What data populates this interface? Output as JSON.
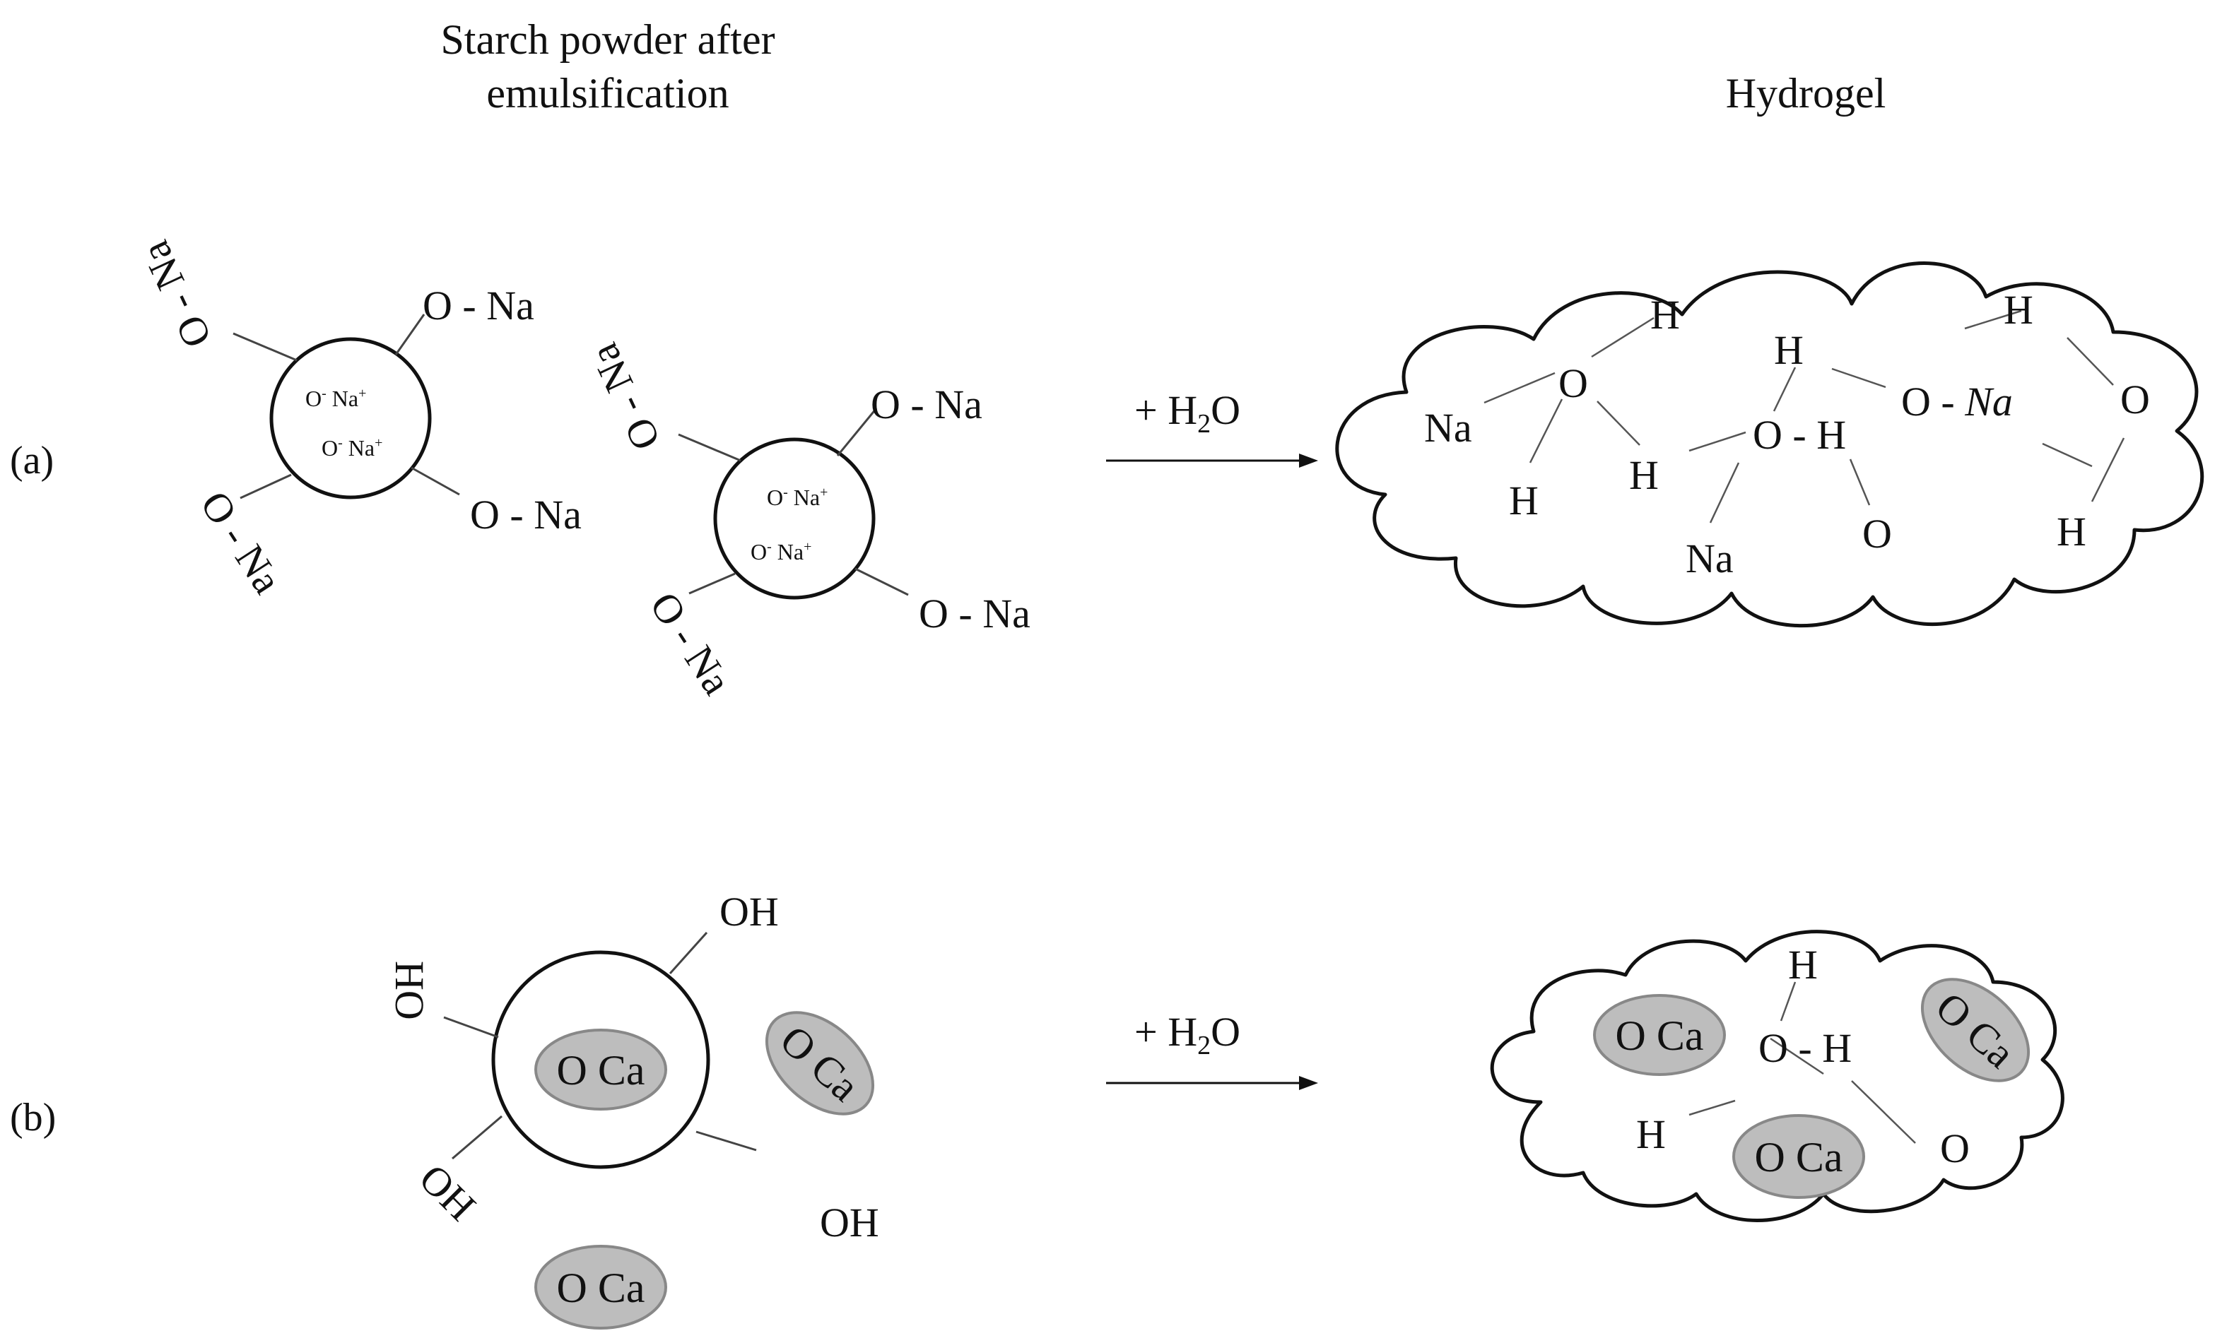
{
  "headers": {
    "left_line1": "Starch powder after",
    "left_line2": "emulsification",
    "right": "Hydrogel"
  },
  "panels": {
    "a_label": "(a)",
    "b_label": "(b)"
  },
  "reaction": {
    "water_plus": "+ H",
    "water_sub": "2",
    "water_o": "O"
  },
  "panel_a": {
    "core_ion_o": "O",
    "core_ion_minus": "-",
    "core_ion_na": " Na",
    "core_ion_plus": "+",
    "ligand_o_na": "O - Na",
    "cloud": {
      "na": "Na",
      "h": "H",
      "o": "O",
      "o_h": "O - H",
      "o_na_o": "O - ",
      "o_na_na": "Na"
    }
  },
  "panel_b": {
    "oh": "OH",
    "ho": "HO",
    "o_ca": "O Ca",
    "cloud": {
      "h": "H",
      "o_h": "O - H",
      "o": "O"
    }
  },
  "colors": {
    "ellipse_fill": "#bdbdbd",
    "line": "#111111"
  }
}
